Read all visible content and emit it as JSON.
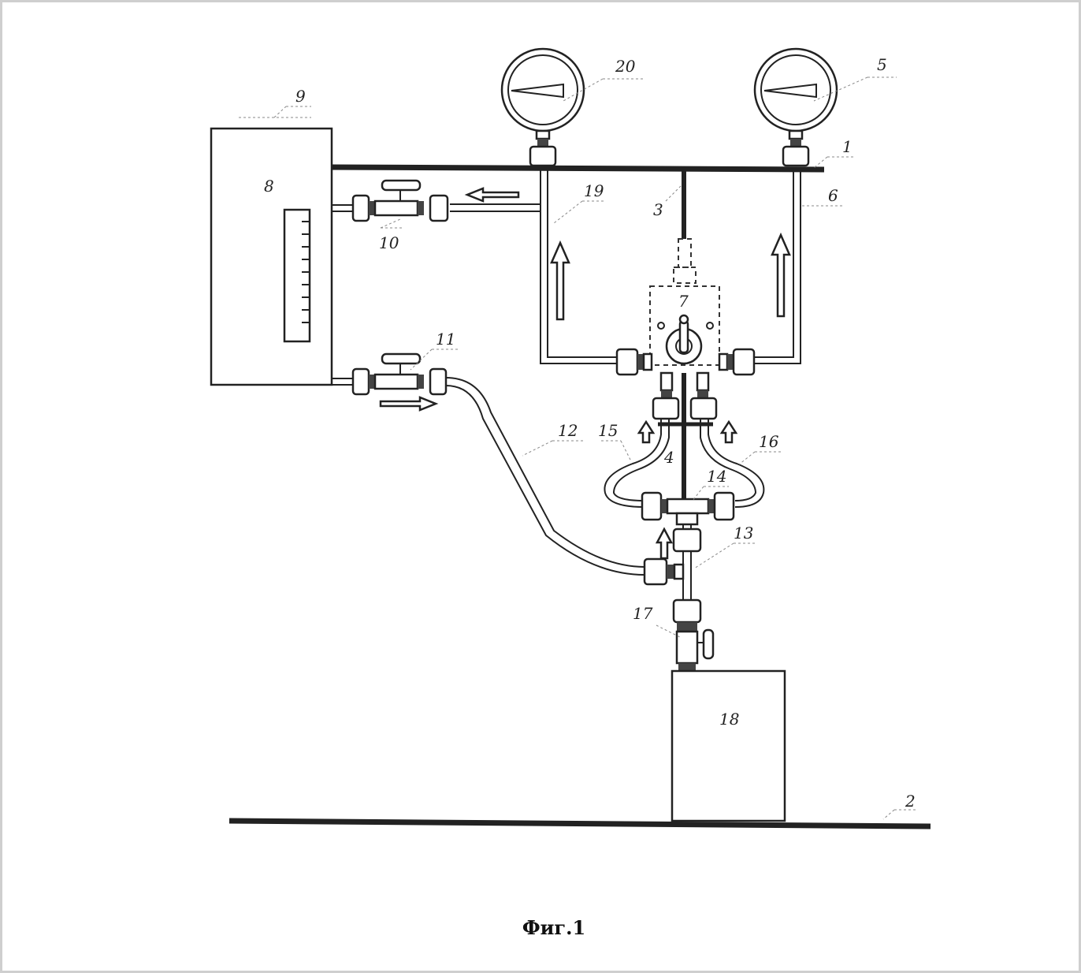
{
  "figure": {
    "caption": "Фиг.1",
    "labels": {
      "l1": "1",
      "l2": "2",
      "l3": "3",
      "l4": "4",
      "l5": "5",
      "l6": "6",
      "l7": "7",
      "l8": "8",
      "l9": "9",
      "l10": "10",
      "l11": "11",
      "l12": "12",
      "l13": "13",
      "l14": "14",
      "l15": "15",
      "l16": "16",
      "l17": "17",
      "l18": "18",
      "l19": "19",
      "l20": "20"
    }
  },
  "colors": {
    "ink": "#222222",
    "frame": "#cfcfcf",
    "background": "#ffffff"
  }
}
